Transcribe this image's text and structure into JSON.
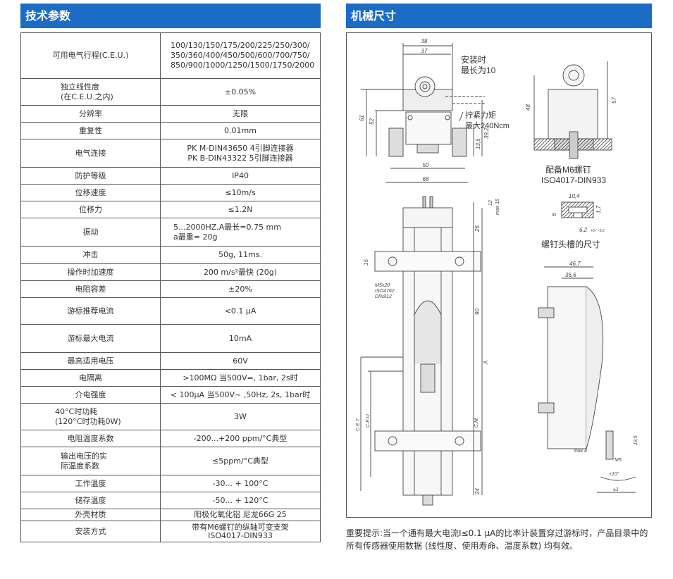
{
  "left_header": "技术参数",
  "right_header": "机械尺寸",
  "spec": {
    "ceu_label": "可用电气行程(C.E.U.)",
    "ceu_line1": "100/130/150/175/200/225/250/300/",
    "ceu_line2": "350/360/400/450/500/600/700/750/",
    "ceu_line3": "850/900/1000/1250/1500/1750/2000",
    "lin_label1": "独立线性度",
    "lin_label2": "(在C.E.U.之内)",
    "lin_value": "±0.05%",
    "res_label": "分辨率",
    "res_value": "无限",
    "rep_label": "重复性",
    "rep_value": "0.01mm",
    "conn_label": "电气连接",
    "conn_value1": "PK M-DIN43650 4引脚连接器",
    "conn_value2": "PK B-DIN43322 5引脚连接器",
    "prot_label": "防护等级",
    "prot_value": "IP40",
    "speed_label": "位移速度",
    "speed_value": "≤10m/s",
    "force_label": "位移力",
    "force_value": "≤1.2N",
    "vib_label": "振动",
    "vib_value1": "5...2000HZ,A最长=0.75 mm",
    "vib_value2": "a最重= 20g",
    "shock_label": "冲击",
    "shock_value": "50g, 11ms.",
    "acc_label": "操作时加速度",
    "acc_value": "200 m/s²最快 (20g)",
    "tol_label": "电阻容差",
    "tol_value": "±20%",
    "wcur_label": "游标推荐电流",
    "wcur_value": "<0.1 μA",
    "wmax_label": "游标最大电流",
    "wmax_value": "10mA",
    "volt_label": "最高适用电压",
    "volt_value": "60V",
    "iso_label": "电隔离",
    "iso_value": ">100MΩ 当500V=, 1bar, 2s时",
    "diel_label": "介电强度",
    "diel_value": "< 100μA  当500V~ ,50Hz, 2s, 1bar时",
    "diss_label1": "40°C时功耗",
    "diss_label2": "(120°C时功耗0W)",
    "diss_value": "3W",
    "tc_label": "电阻温度系数",
    "tc_value": "-200...+200 ppm/°C典型",
    "otc_label1": "输出电压的实",
    "otc_label2": "际温度系数",
    "otc_value": "≤5ppm/°C典型",
    "temp_label": "工作温度",
    "temp_value": "-30... + 100°C",
    "stor_label": "储存温度",
    "stor_value": "-50... + 120°C",
    "case_label": "外壳材质",
    "case_value": "阳极化氧化铝 尼龙66G 25",
    "mount_label": "安装方式",
    "mount_value1": "带有M6螺钉的纵轴可变支架",
    "mount_value2": "ISO4017-DIN933"
  },
  "drawing": {
    "d38": "38",
    "d37": "37",
    "d61": "61",
    "d52": "52",
    "d13_5": "13,5",
    "d39_2": "39,2",
    "d50": "50",
    "d68": "68",
    "install_1": "安装时",
    "install_2": "最长为10",
    "torque_1": "拧紧力矩",
    "torque_2": "最大240Ncm",
    "d48": "48",
    "d57": "57",
    "m6_1": "配备M6螺钉",
    "m6_2": "ISO4017-DIN933",
    "d10_4": "10,4",
    "d6": "6",
    "d1_7": "1,7",
    "d6_2": "6,2",
    "tol62": "+0 / −0,2",
    "slot": "螺钉头槽的尺寸",
    "d12": "12",
    "max15": "max 15",
    "d26": "26",
    "d15": "15",
    "m5_1": "M5x20",
    "m5_2": "ISO4762",
    "m5_3": "DIN912",
    "d90": "90",
    "dA": "A",
    "cet": "C.E.T.",
    "ceu": "C.E.U.",
    "cm": "C.M.",
    "d24": "24",
    "d46_7": "46,7",
    "d36_6": "36,6",
    "max8": "max  8",
    "d19_5": "19,5",
    "m5": "M5",
    "ang10": "±10°",
    "pm1": "±1"
  },
  "note": "重要提示:当一个通有最大电流I≤0.1 μA的比率计装置穿过游标时，产品目录中的所有传感器使用数据 (线性度、使用寿命、温度系数) 均有效。"
}
